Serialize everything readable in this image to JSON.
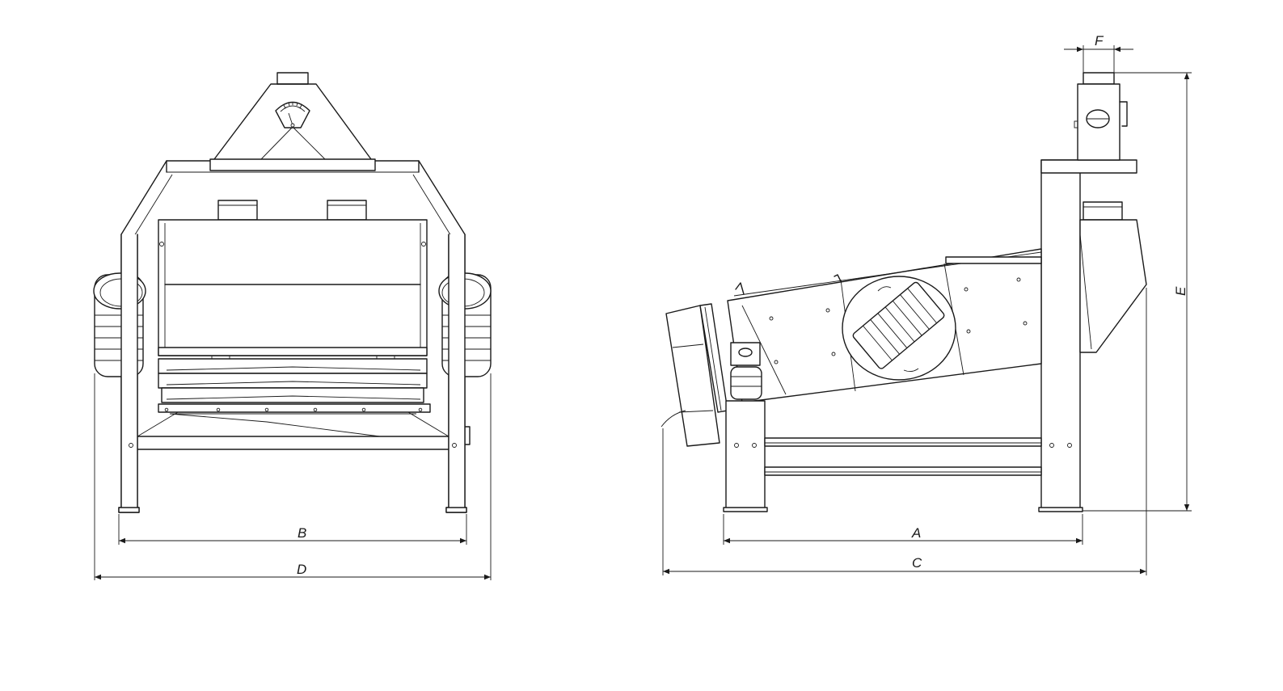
{
  "dimension_labels": {
    "a": "A",
    "b": "B",
    "c": "C",
    "d": "D",
    "e": "E",
    "f": "F"
  },
  "views": {
    "front": "front-elevation",
    "side": "side-elevation"
  }
}
